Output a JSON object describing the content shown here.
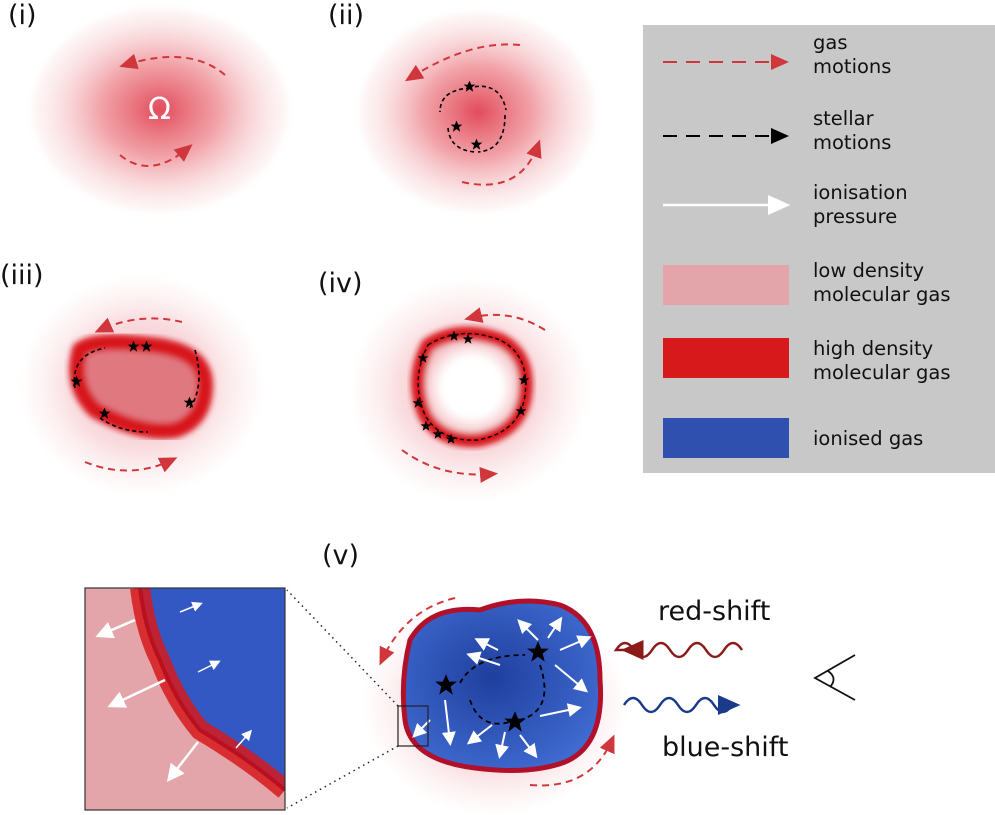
{
  "panels": {
    "i": {
      "label": "(i)",
      "symbol": "Ω"
    },
    "ii": {
      "label": "(ii)"
    },
    "iii": {
      "label": "(iii)"
    },
    "iv": {
      "label": "(iv)"
    },
    "v": {
      "label": "(v)"
    }
  },
  "legend": {
    "items": [
      {
        "line1": "gas",
        "line2": "motions",
        "icon": "red-dashed-arrow",
        "color": "#d0373c"
      },
      {
        "line1": "stellar",
        "line2": "motions",
        "icon": "black-dashed-arrow",
        "color": "#000000"
      },
      {
        "line1": "ionisation",
        "line2": "pressure",
        "icon": "white-arrow",
        "color": "#ffffff"
      },
      {
        "line1": "low density",
        "line2": "molecular gas",
        "icon": "swatch",
        "color": "#e3a5aa"
      },
      {
        "line1": "high density",
        "line2": "molecular gas",
        "icon": "swatch",
        "color": "#d7191c"
      },
      {
        "line1": "ionised gas",
        "line2": "",
        "icon": "swatch",
        "color": "#3050b0"
      }
    ],
    "background": "#c8c8c8"
  },
  "observer": {
    "red_shift_label": "red-shift",
    "blue_shift_label": "blue-shift",
    "red_color": "#8b1a1a",
    "blue_color": "#1a3a8b"
  },
  "colors": {
    "gas_motion": "#d0373c",
    "low_density": "#e3a5aa",
    "high_density": "#d7191c",
    "ionised": "#3358c4",
    "boundary": "#b0102a"
  }
}
